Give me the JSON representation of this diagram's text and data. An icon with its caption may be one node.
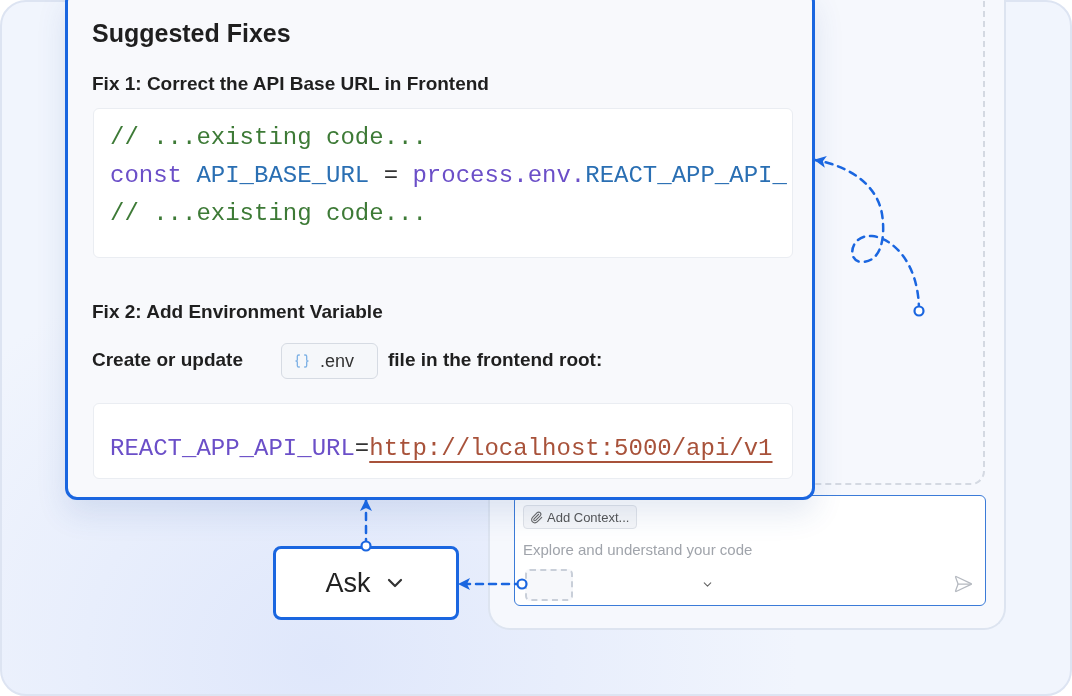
{
  "diagram": {
    "nodes": [
      {
        "text": [
          "Suggested Fixes",
          "Fix 1: Correct the API Base URL in Frontend",
          "Fix 2: Add Environment Variable",
          "Create or update",
          "file in the frontend root:"
        ]
      },
      {
        "text": [
          "// ...existing code...",
          "const",
          "API_BASE_URL",
          "=",
          "process.env.",
          "REACT_APP_API_",
          "// ...existing code..."
        ],
        "in": 0
      },
      {
        "text": [
          ".env"
        ],
        "in": 0
      },
      {
        "text": [
          "REACT_APP_API_URL",
          "=",
          "http://localhost:5000/api/v1"
        ],
        "in": 0
      },
      {
        "text": [
          "Ask"
        ]
      },
      {
        "text": [],
        "shape": "box"
      },
      {
        "text": [],
        "shape": "box"
      },
      {
        "text": [
          "Explore and understand your code"
        ],
        "in": 5
      },
      {
        "text": [
          "Add Context..."
        ],
        "in": 7
      },
      {
        "text": [],
        "shape": "box",
        "in": 7
      }
    ],
    "edges": [
      {
        "from": 4,
        "to": 0,
        "arrow": "to",
        "style": "dashed"
      },
      {
        "from": 9,
        "to": 4,
        "arrow": "to",
        "style": "dashed"
      },
      {
        "from": 6,
        "to": 0,
        "arrow": "to",
        "style": "dashed"
      }
    ]
  }
}
